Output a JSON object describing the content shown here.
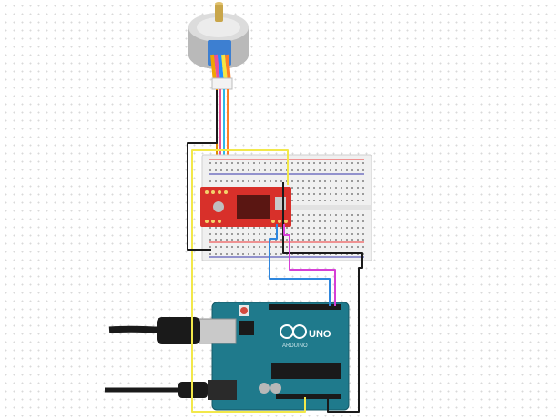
{
  "diagram": {
    "board_brand": "UNO",
    "board_subtext": "ARDUINO",
    "components": [
      {
        "id": "motor",
        "icon": "stepper-motor-icon"
      },
      {
        "id": "driver",
        "icon": "easydriver-board-icon"
      },
      {
        "id": "breadboard",
        "icon": "breadboard-icon"
      },
      {
        "id": "arduino",
        "icon": "arduino-uno-icon"
      }
    ],
    "colors": {
      "board": "#1f7a8c",
      "driver": "#d8302a",
      "wire_black": "#1a1a1a",
      "wire_yellow": "#f2e84a",
      "wire_blue": "#2e86de",
      "wire_magenta": "#d63fd6",
      "motor_leads": [
        "#f0a500",
        "#e8529a",
        "#1e90ff",
        "#f5e642",
        "#ff7f27"
      ]
    }
  }
}
